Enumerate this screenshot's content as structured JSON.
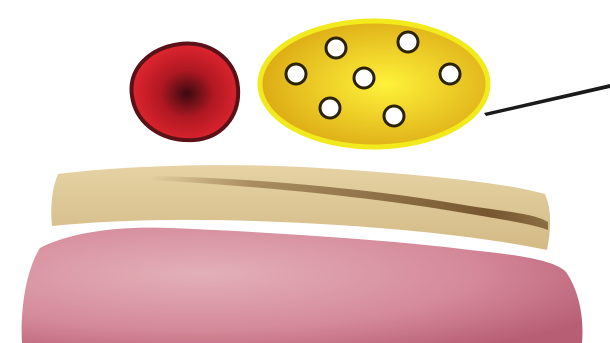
{
  "colors": {
    "background": "#ffffff",
    "red_cell_core": "#3a0a10",
    "red_cell_mid": "#b01822",
    "red_cell_edge": "#e52630",
    "red_cell_outline": "#5a1218",
    "yellow_cell_center": "#fff23a",
    "yellow_cell_edge": "#d9a512",
    "yellow_cell_outline": "#f2ea1c",
    "vacuole_fill": "#ffffff",
    "vacuole_outline": "#2a2200",
    "pointer_line": "#1a1a1a",
    "tan_band": "#dcc596",
    "tan_band_streak": "#7a5a30",
    "pink_base_light": "#dea2ac",
    "pink_base_dark": "#b85e74"
  },
  "shapes": {
    "red_cell": "red-cell",
    "yellow_cell": "yellow-cell-with-vacuoles",
    "vacuole_count": 7,
    "pointer": "pointer-line",
    "tan_band": "tan-layer",
    "pink_base": "pink-tissue-base"
  }
}
